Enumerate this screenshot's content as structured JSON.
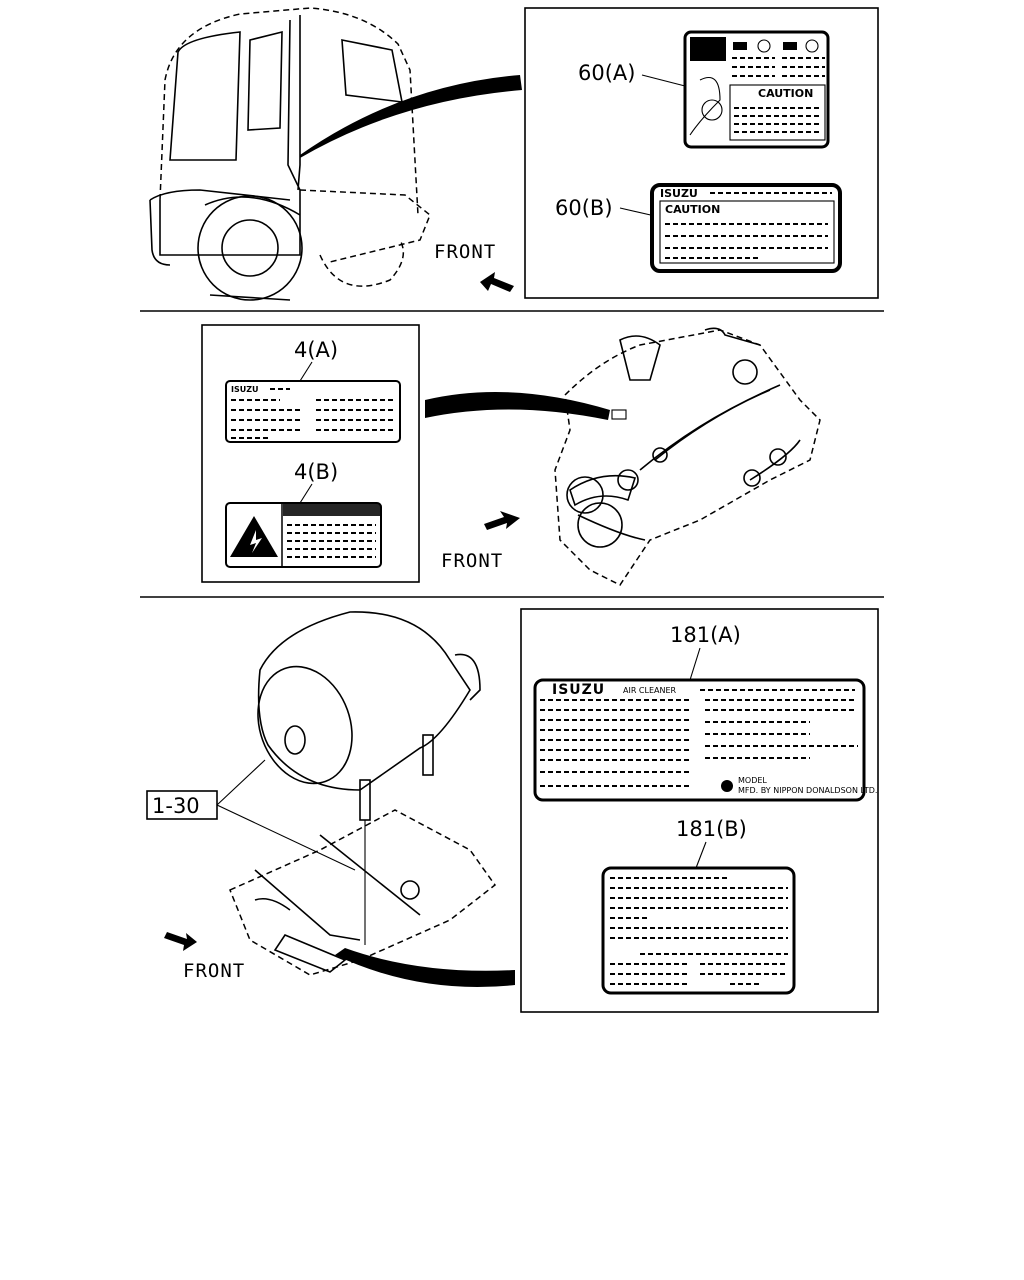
{
  "section1": {
    "front": "FRONT",
    "callouts": [
      {
        "text": "60(A)"
      },
      {
        "text": "60(B)"
      }
    ],
    "label_60a_caution": "CAUTION",
    "label_60b_brand": "ISUZU",
    "label_60b_caution": "CAUTION"
  },
  "section2": {
    "front": "FRONT",
    "callouts": [
      {
        "text": "4(A)"
      },
      {
        "text": "4(B)"
      }
    ],
    "label_4a_brand": "ISUZU"
  },
  "section3": {
    "front": "FRONT",
    "ref": "1-30",
    "callouts": [
      {
        "text": "181(A)"
      },
      {
        "text": "181(B)"
      }
    ],
    "label_181a_brand": "ISUZU",
    "label_181a_title": "AIR CLEANER",
    "label_181a_model": "MODEL",
    "label_181a_mfd": "MFD. BY NIPPON DONALDSON LTD."
  },
  "colors": {
    "ink": "#000000",
    "paper": "#ffffff"
  },
  "icons": [
    "front-arrow-icon",
    "warning-triangle-icon",
    "fan-icon",
    "bolt-icon"
  ]
}
